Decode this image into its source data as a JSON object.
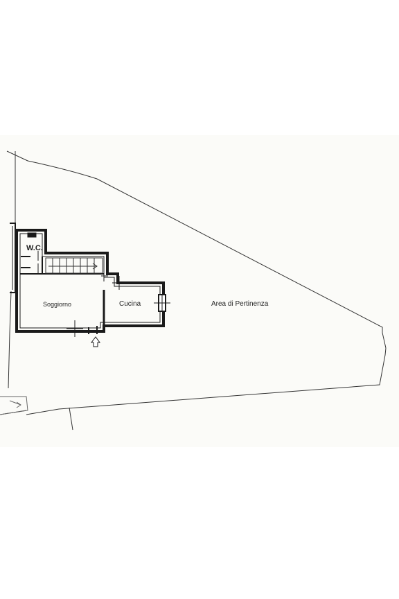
{
  "plan": {
    "labels": {
      "wc": "W.C.",
      "soggiorno": "Soggiorno",
      "cucina": "Cucina",
      "area": "Area di Pertinenza"
    },
    "colors": {
      "paper": "#fbfbf8",
      "wall": "#1a1a1a",
      "thin_line": "#333333",
      "hatch": "#666666"
    },
    "icons": {
      "entrance": "entrance-arrow-icon",
      "stair": "staircase-icon",
      "window": "window-symbol-icon"
    }
  }
}
